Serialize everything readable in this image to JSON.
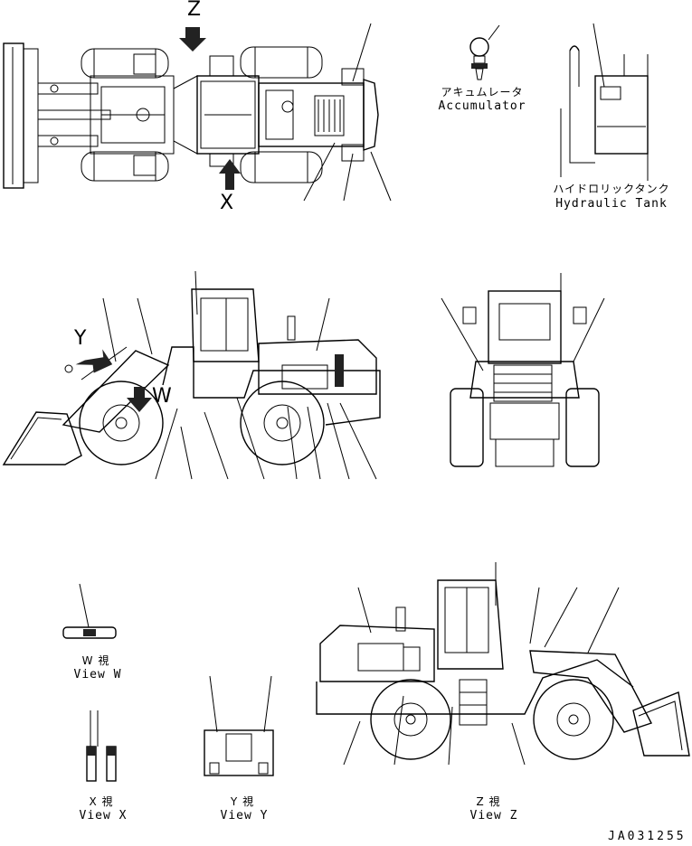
{
  "views": {
    "accumulator": {
      "ja": "アキュムレータ",
      "en": "Accumulator"
    },
    "hydraulic_tank": {
      "ja": "ハイドロリックタンク",
      "en": "Hydraulic Tank"
    },
    "view_w": {
      "ja": "W 視",
      "en": "View W"
    },
    "view_x": {
      "ja": "X 視",
      "en": "View X"
    },
    "view_y": {
      "ja": "Y 視",
      "en": "View Y"
    },
    "view_z": {
      "ja": "Z 視",
      "en": "View Z"
    }
  },
  "arrows": {
    "z": "Z",
    "x": "X",
    "y": "Y",
    "w": "W"
  },
  "drawing_number": "JA031255"
}
